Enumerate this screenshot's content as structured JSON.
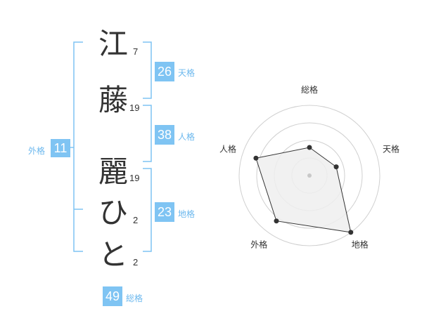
{
  "name": {
    "chars": [
      {
        "char": "江",
        "strokes": "7"
      },
      {
        "char": "藤",
        "strokes": "19"
      },
      {
        "char": "麗",
        "strokes": "19"
      },
      {
        "char": "ひ",
        "strokes": "2"
      },
      {
        "char": "と",
        "strokes": "2"
      }
    ]
  },
  "kakusu": {
    "tenkaku": {
      "value": "26",
      "label": "天格"
    },
    "jinkaku": {
      "value": "38",
      "label": "人格"
    },
    "chikaku": {
      "value": "23",
      "label": "地格"
    },
    "gaikaku": {
      "value": "11",
      "label": "外格"
    },
    "soukaku": {
      "value": "49",
      "label": "総格"
    }
  },
  "chart_data": {
    "type": "radar",
    "axes": [
      "総格",
      "天格",
      "地格",
      "外格",
      "人格"
    ],
    "values": [
      0.4,
      0.4,
      1.0,
      0.8,
      0.8
    ],
    "rings": 4,
    "grid": true,
    "colors": {
      "fill": "#efefef",
      "stroke": "#333333",
      "grid": "#d0d0d0",
      "center": "#c8c8c8"
    }
  },
  "colors": {
    "accent": "#7fc4f3",
    "label": "#6cb8ee",
    "bracket": "#7fc4f3"
  }
}
